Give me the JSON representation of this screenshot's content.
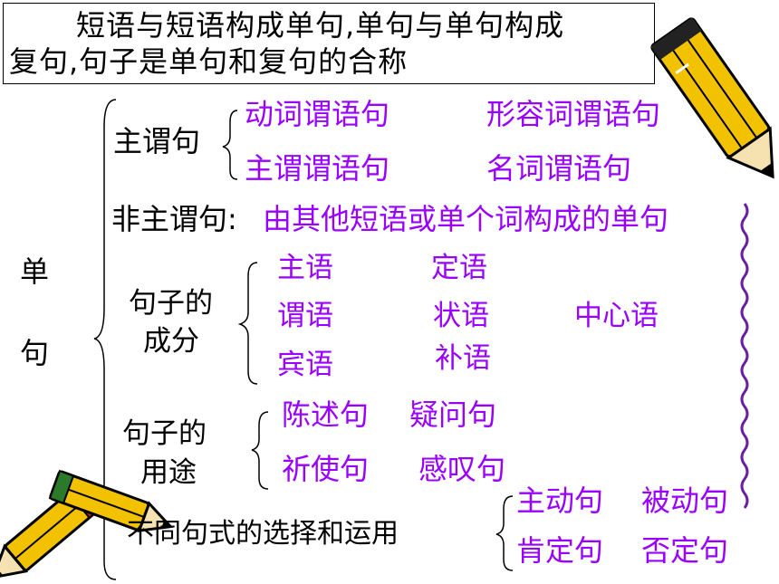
{
  "title": {
    "line1": "短语与短语构成单句,单句与单句构成",
    "line2": "复句,句子是单句和复句的合称"
  },
  "side_label": [
    "单",
    "句"
  ],
  "zhuwei": {
    "label": "主谓句",
    "items": [
      "动词谓语句",
      "形容词谓语句",
      "主谓谓语句",
      "名词谓语句"
    ]
  },
  "feizhuwei": {
    "label": "非主谓句:",
    "desc": "由其他短语或单个词构成的单句"
  },
  "chengfen": {
    "label_line1": "句子的",
    "label_line2": "成分",
    "items": [
      "主语",
      "定语",
      "谓语",
      "状语",
      "中心语",
      "宾语",
      "补语"
    ]
  },
  "yongtu": {
    "label_line1": "句子的",
    "label_line2": "用途",
    "items": [
      "陈述句",
      "疑问句",
      "祈使句",
      "感叹句"
    ]
  },
  "xuanze": {
    "label": "不同句式的选择和运用",
    "items": [
      "主动句",
      "被动句",
      "肯定句",
      "否定句"
    ]
  },
  "colors": {
    "black": "#000000",
    "purple": "#9900ff",
    "brace": "#000000"
  }
}
